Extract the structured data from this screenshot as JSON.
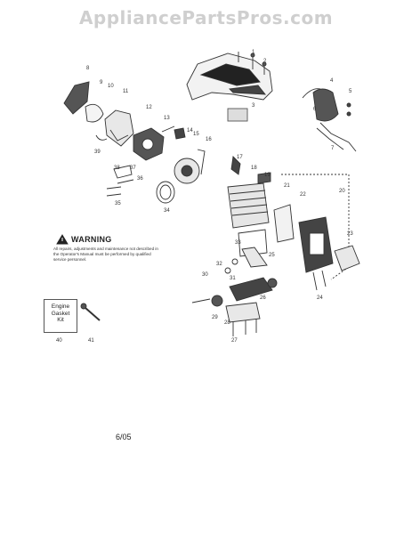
{
  "header": {
    "watermark": "AppliancePartsPros.com"
  },
  "warning": {
    "title": "WARNING",
    "text": "All repairs, adjustments and maintenance not described in the Operator's Manual must be performed by qualified service personnel."
  },
  "kit": {
    "label_line1": "Engine",
    "label_line2": "Gasket",
    "label_line3": "Kit"
  },
  "footer": {
    "date": "6/05"
  },
  "callouts": [
    "1",
    "2",
    "3",
    "4",
    "5",
    "6",
    "7",
    "8",
    "9",
    "10",
    "11",
    "12",
    "13",
    "14",
    "15",
    "16",
    "17",
    "18",
    "19",
    "20",
    "21",
    "22",
    "23",
    "24",
    "25",
    "26",
    "27",
    "28",
    "29",
    "30",
    "31",
    "32",
    "33",
    "34",
    "35",
    "36",
    "37",
    "38",
    "39",
    "40",
    "41"
  ]
}
